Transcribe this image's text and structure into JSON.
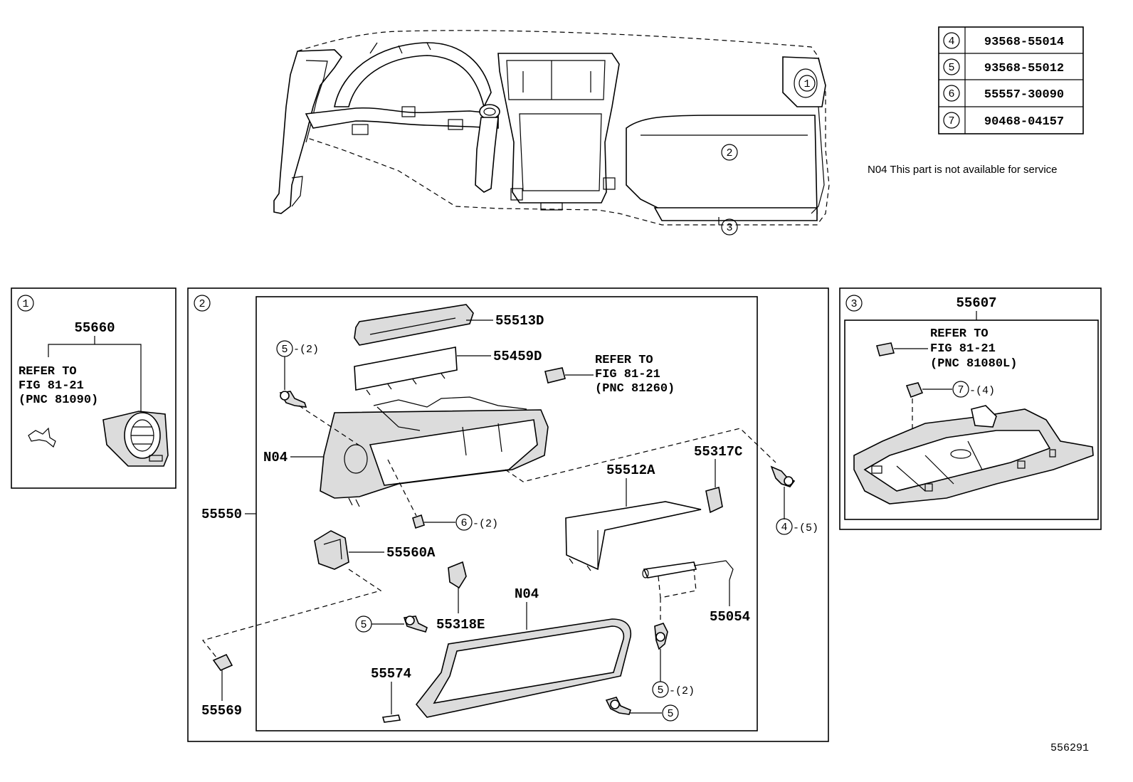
{
  "parts_table": [
    {
      "ref": "4",
      "part_no": "93568-55014"
    },
    {
      "ref": "5",
      "part_no": "93568-55012"
    },
    {
      "ref": "6",
      "part_no": "55557-30090"
    },
    {
      "ref": "7",
      "part_no": "90468-04157"
    }
  ],
  "note": "N04 This part is not available for service",
  "figure_id": "556291",
  "overview": {
    "callouts": [
      "1",
      "2",
      "3"
    ]
  },
  "panel1": {
    "ref": "1",
    "part_55660": "55660",
    "refer_line1": "REFER TO",
    "refer_line2": "FIG 81-21",
    "refer_line3": "(PNC 81090)"
  },
  "panel2": {
    "ref": "2",
    "p55513D": "55513D",
    "p55459D": "55459D",
    "refer_line1": "REFER TO",
    "refer_line2": "FIG 81-21",
    "refer_line3": "(PNC 81260)",
    "n04_upper": "N04",
    "n04_lower": "N04",
    "p55550": "55550",
    "p55512A": "55512A",
    "p55317C": "55317C",
    "p55560A": "55560A",
    "p55318E": "55318E",
    "p55054": "55054",
    "p55574": "55574",
    "p55569": "55569",
    "c5": "5",
    "c6": "6",
    "c4": "4",
    "qty_2": "-(2)",
    "qty_5": "-(5)"
  },
  "panel3": {
    "ref": "3",
    "p55607": "55607",
    "refer_line1": "REFER TO",
    "refer_line2": "FIG 81-21",
    "refer_line3": "(PNC 81080L)",
    "c7": "7",
    "qty_4": "-(4)"
  }
}
